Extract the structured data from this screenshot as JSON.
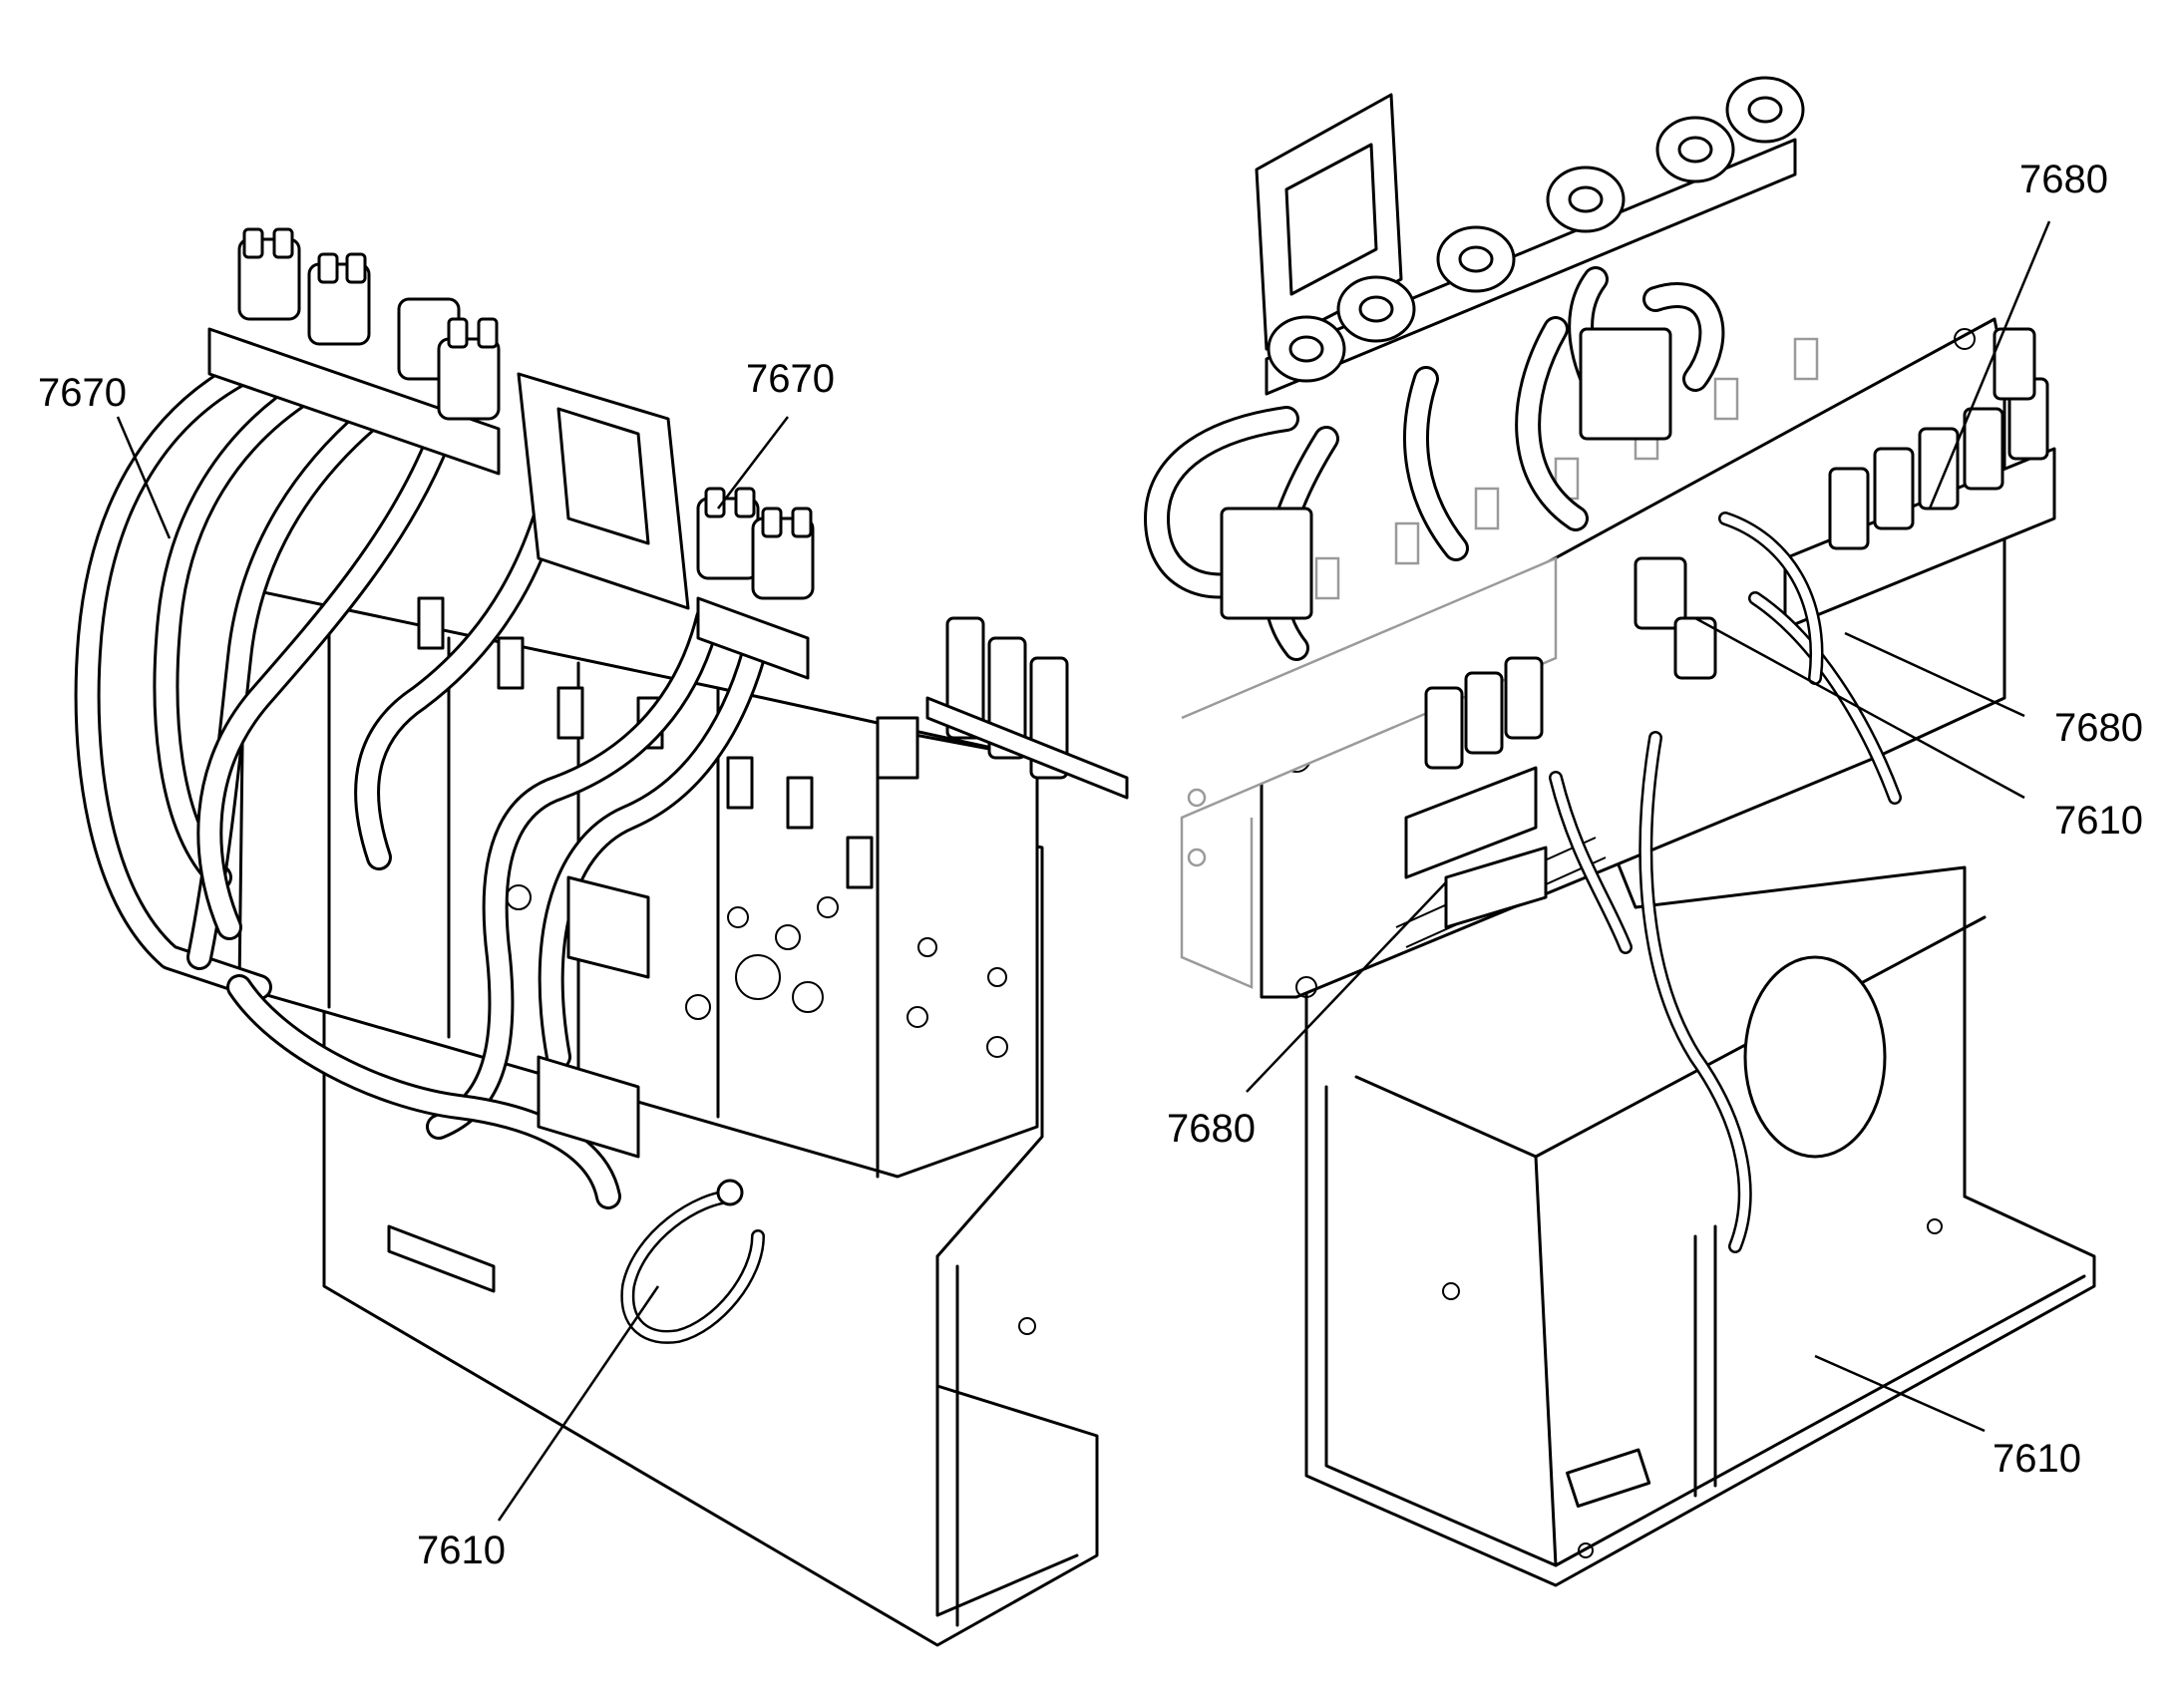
{
  "callouts": [
    {
      "id": "c1",
      "text": "7670"
    },
    {
      "id": "c2",
      "text": "7670"
    },
    {
      "id": "c3",
      "text": "7610"
    },
    {
      "id": "c4",
      "text": "7680"
    },
    {
      "id": "c5",
      "text": "7680"
    },
    {
      "id": "c6",
      "text": "7610"
    },
    {
      "id": "c7",
      "text": "7680"
    },
    {
      "id": "c8",
      "text": "7610"
    }
  ]
}
